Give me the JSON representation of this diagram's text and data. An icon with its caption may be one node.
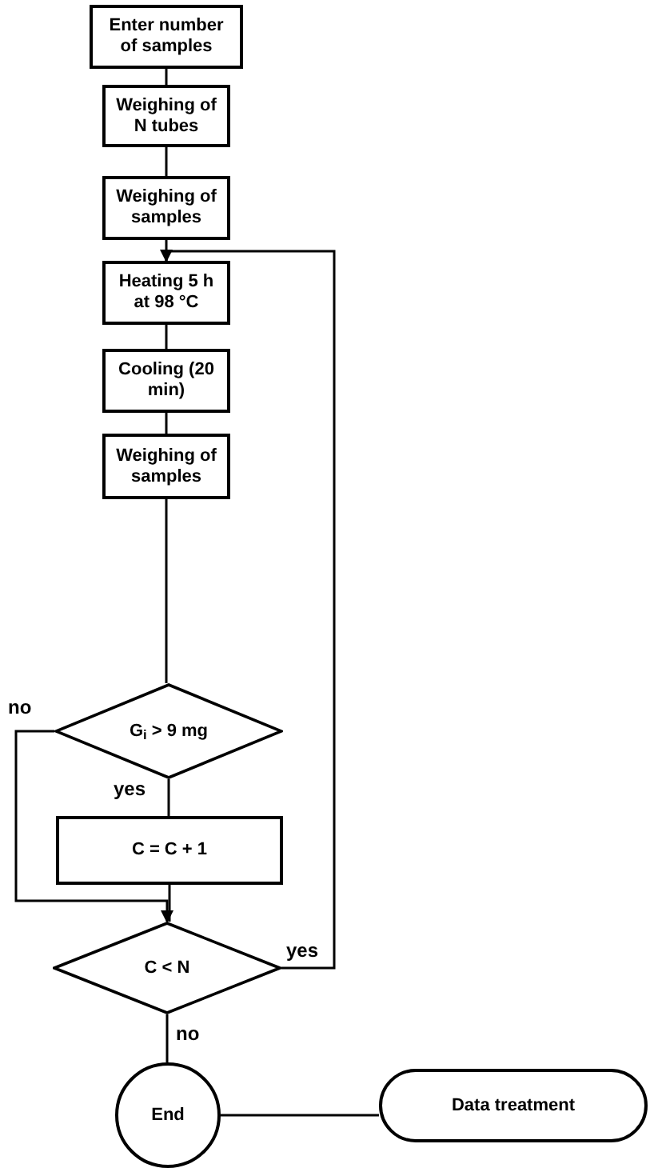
{
  "diagram": {
    "nodes": [
      {
        "text": [
          "Enter number of samples"
        ]
      },
      {
        "text": [
          "Weighing of N tubes"
        ]
      },
      {
        "text": [
          "Weighing of samples"
        ]
      },
      {
        "text": [
          "Heating 5 h at 98 °C"
        ]
      },
      {
        "text": [
          "Cooling (20 min)"
        ]
      },
      {
        "text": [
          "Weighing of samples"
        ]
      },
      {
        "text": [
          "G$_{i}$ > 9 mg"
        ]
      },
      {
        "text": [
          "C = C + 1"
        ]
      },
      {
        "text": [
          "C < N"
        ]
      },
      {
        "text": [
          "End"
        ]
      },
      {
        "text": [
          "Data treatment"
        ]
      }
    ],
    "edges": [
      {
        "from": 0,
        "to": 1,
        "arrow": "none"
      },
      {
        "from": 1,
        "to": 2,
        "arrow": "none"
      },
      {
        "from": 2,
        "to": 3,
        "arrow": "none"
      },
      {
        "from": 3,
        "to": 4,
        "arrow": "none"
      },
      {
        "from": 4,
        "to": 5,
        "arrow": "none"
      },
      {
        "from": 5,
        "to": 6,
        "arrow": "none"
      },
      {
        "from": 6,
        "to": 7,
        "label": "yes",
        "arrow": "none"
      },
      {
        "from": 7,
        "to": 8,
        "arrow": "none"
      },
      {
        "from": 6,
        "to": 8,
        "label": "no",
        "arrow": "to"
      },
      {
        "from": 8,
        "to": 3,
        "label": "yes",
        "arrow": "to"
      },
      {
        "from": 8,
        "to": 9,
        "label": "no",
        "arrow": "none"
      },
      {
        "from": 9,
        "to": 10,
        "arrow": "none"
      }
    ]
  }
}
